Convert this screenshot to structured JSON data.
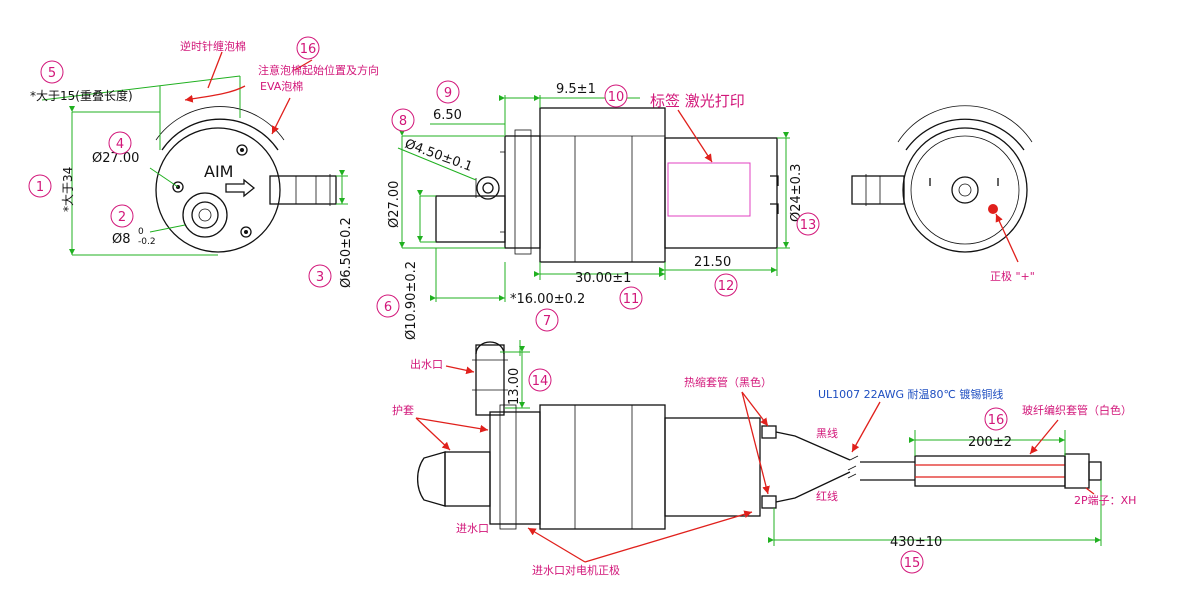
{
  "labels": {
    "ccw_foam": "逆时针缠泡棉",
    "note_foam": "注意泡棉起始位置及方向",
    "eva_foam": "EVA泡棉",
    "min_15": "*大于15(重叠长度)",
    "height_34": "*大于34",
    "aim": "AIM",
    "label_print": "标签 激光打印",
    "positive": "正极 \"+\"",
    "outlet": "出水口",
    "guard": "护套",
    "inlet": "进水口",
    "inlet_note": "进水口对电机正极",
    "shrink_tube": "热缩套管（黑色）",
    "wire_spec": "UL1007 22AWG 耐温80℃ 镀锡铜线",
    "black_wire": "黑线",
    "red_wire": "红线",
    "sleeve": "玻纤编织套管（白色）",
    "terminal": "2P端子：XH"
  },
  "dims": {
    "d27_left": "Ø27.00",
    "d8": "Ø8",
    "d8_tol_up": "0",
    "d8_tol_dn": "-0.2",
    "d650": "Ø6.50±0.2",
    "d650_top": "6.50",
    "d450": "Ø4.50±0.1",
    "d27_mid": "Ø27.00",
    "d1090": "Ø10.90±0.2",
    "l16": "*16.00±0.2",
    "l95": "9.5±1",
    "l30": "30.00±1",
    "l2150": "21.50",
    "d24": "Ø24±0.3",
    "l13": "13.00",
    "l200": "200±2",
    "l430": "430±10"
  },
  "balloons": {
    "b1": "1",
    "b2": "2",
    "b3": "3",
    "b4": "4",
    "b5": "5",
    "b6": "6",
    "b7": "7",
    "b8": "8",
    "b9": "9",
    "b10": "10",
    "b11": "11",
    "b12": "12",
    "b13": "13",
    "b14": "14",
    "b15": "15",
    "b16a": "16",
    "b16b": "16"
  },
  "colors": {
    "dimension_line": "#20b020",
    "leader_red": "#e0201c",
    "callout_pink": "#d2177a",
    "label_box": "#e040c0",
    "wire_spec_blue": "#1f4fc1"
  }
}
